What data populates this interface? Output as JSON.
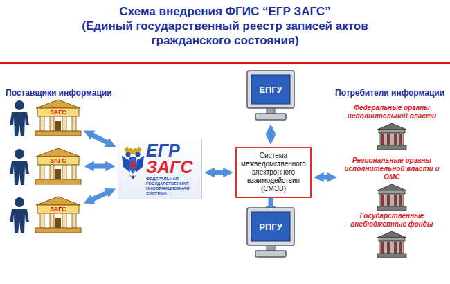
{
  "diagram": {
    "title": "Схема внедрения ФГИС “ЕГР ЗАГС” (Единый государственный реестр записей актов гражданского состояния)",
    "nodes": [
      {
        "text": [
          "ЗАГС"
        ]
      },
      {
        "text": [
          "ЗАГС"
        ]
      },
      {
        "text": [
          "ЗАГС"
        ]
      },
      {
        "text": [
          "ЕГР ЗАГС",
          "ФЕДЕРАЛЬНАЯ ГОСУДАРСТВЕННАЯ ИНФОРМАЦИОННАЯ СИСТЕМА"
        ]
      },
      {
        "text": [
          "ЕПГУ"
        ]
      },
      {
        "text": [
          "Система межведомственного электронного взаимодействия (СМЭВ)"
        ]
      },
      {
        "text": [
          "РПГУ"
        ]
      },
      {
        "text": [
          "Федеральные органы исполнительной власти"
        ]
      },
      {
        "text": [
          "Региональные органы исполнительной власти и ОМС"
        ]
      },
      {
        "text": [
          "Государственные внебюджетные фонды"
        ]
      }
    ],
    "edges": [
      {
        "from": 0,
        "to": 3,
        "arrow": "both"
      },
      {
        "from": 1,
        "to": 3,
        "arrow": "both"
      },
      {
        "from": 2,
        "to": 3,
        "arrow": "both"
      },
      {
        "from": 3,
        "to": 5,
        "arrow": "both"
      },
      {
        "from": 4,
        "to": 5,
        "arrow": "both"
      },
      {
        "from": 5,
        "to": 6,
        "arrow": "both"
      },
      {
        "from": 5,
        "to": 8,
        "arrow": "both"
      }
    ],
    "labels": [
      "Поставщики информации",
      "Потребители информации"
    ]
  }
}
